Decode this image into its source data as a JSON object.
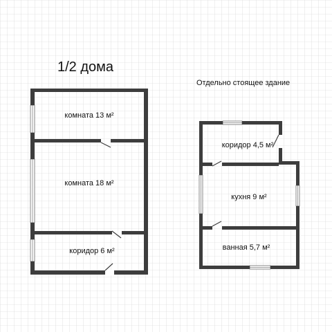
{
  "house": {
    "title": "1/2 дома",
    "rooms": [
      {
        "id": "room-13",
        "label": "комната 13 м²"
      },
      {
        "id": "room-18",
        "label": "комната 18 м²"
      },
      {
        "id": "corridor-6",
        "label": "коридор 6 м²"
      }
    ]
  },
  "annex": {
    "title": "Отдельно стоящее здание",
    "rooms": [
      {
        "id": "corridor-45",
        "label": "коридор 4,5 м²"
      },
      {
        "id": "kitchen-9",
        "label": "кухня 9  м²"
      },
      {
        "id": "bathroom-57",
        "label": "ванная 5,7 м²"
      }
    ]
  },
  "colors": {
    "grid": "#cfcfcf",
    "wall": "#3d3d3d",
    "background": "#ffffff"
  }
}
